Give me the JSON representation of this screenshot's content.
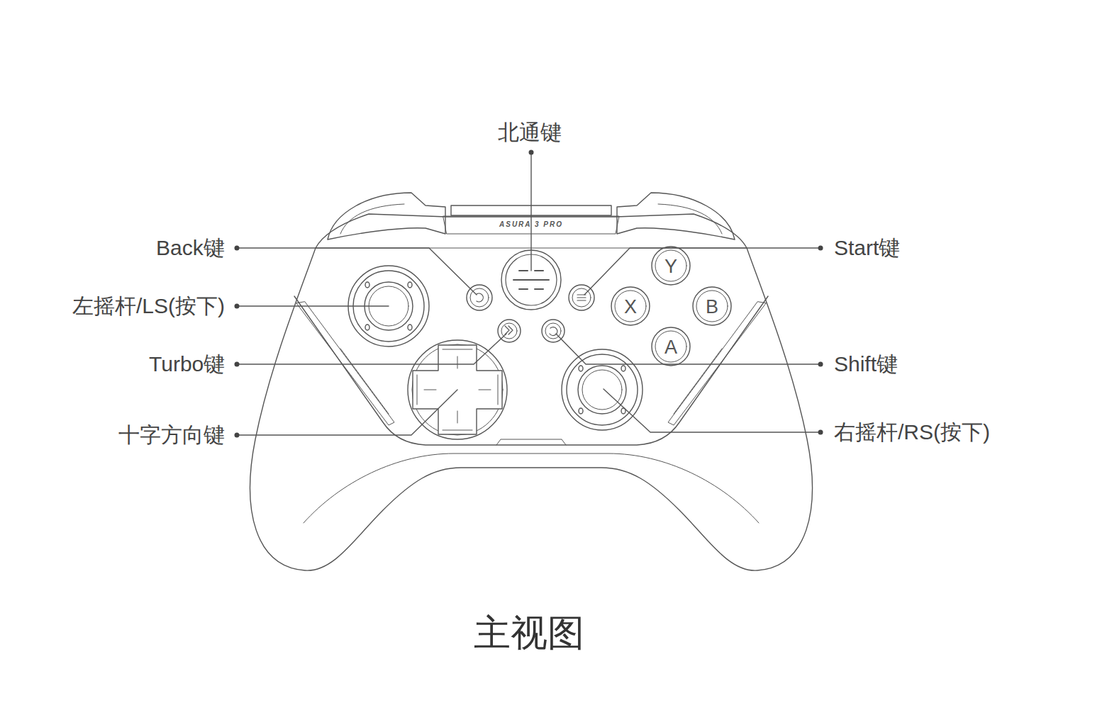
{
  "diagram": {
    "caption": "主视图",
    "labels": [
      "北通键",
      "Back键",
      "左摇杆/LS(按下)",
      "Turbo键",
      "十字方向键",
      "Start键",
      "Shift键",
      "右摇杆/RS(按下)",
      "Y",
      "X",
      "B",
      "A",
      "ASURA 3 PRO"
    ]
  }
}
